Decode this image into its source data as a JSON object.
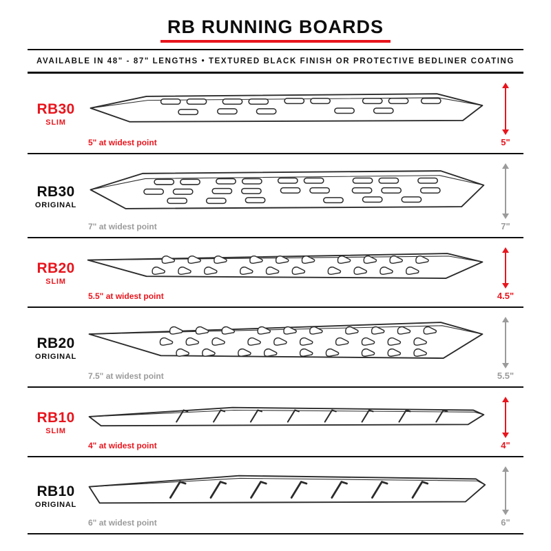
{
  "header": {
    "title": "RB RUNNING BOARDS",
    "subtitle": "AVAILABLE IN 48\" - 87\" LENGTHS   •   TEXTURED BLACK FINISH OR PROTECTIVE BEDLINER COATING"
  },
  "colors": {
    "accent_red": "#e8151d",
    "muted_gray": "#9b9b9b",
    "line_black": "#0d0d0d"
  },
  "rows": [
    {
      "model": "RB30",
      "variant": "SLIM",
      "style": "slim",
      "width_note": "5\" at widest point",
      "height_label": "5\""
    },
    {
      "model": "RB30",
      "variant": "ORIGINAL",
      "style": "original",
      "width_note": "7\" at widest point",
      "height_label": "7\""
    },
    {
      "model": "RB20",
      "variant": "SLIM",
      "style": "slim",
      "width_note": "5.5\" at widest point",
      "height_label": "4.5\""
    },
    {
      "model": "RB20",
      "variant": "ORIGINAL",
      "style": "original",
      "width_note": "7.5\" at widest point",
      "height_label": "5.5\""
    },
    {
      "model": "RB10",
      "variant": "SLIM",
      "style": "slim",
      "width_note": "4\" at widest point",
      "height_label": "4\""
    },
    {
      "model": "RB10",
      "variant": "ORIGINAL",
      "style": "original",
      "width_note": "6\" at widest point",
      "height_label": "6\""
    }
  ]
}
